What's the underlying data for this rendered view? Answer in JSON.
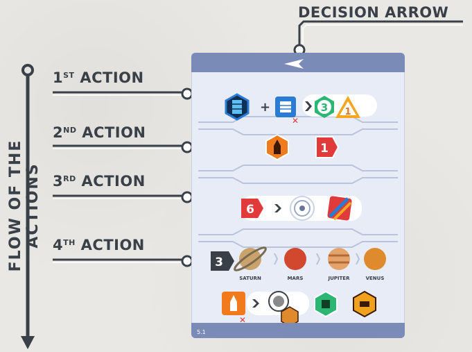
{
  "labels": {
    "decision_arrow": "DECISION ARROW",
    "flow": "FLOW OF THE ACTIONS",
    "action1_num": "1",
    "action1_suffix": "ST",
    "action1_word": "ACTION",
    "action2_num": "2",
    "action2_suffix": "ND",
    "action2_word": "ACTION",
    "action3_num": "3",
    "action3_suffix": "RD",
    "action3_word": "ACTION",
    "action4_num": "4",
    "action4_suffix": "TH",
    "action4_word": "ACTION"
  },
  "card": {
    "row1": {
      "number_badge": "3",
      "arrow_badge": "1"
    },
    "row2": {
      "hex_number": "1"
    },
    "row3": {
      "hex_number": "6"
    },
    "row4": {
      "count": "3",
      "planets": [
        "SATURN",
        "MARS",
        "JUPITER",
        "VENUS"
      ]
    },
    "card_id": "5.1"
  },
  "colors": {
    "text": "#3a4048",
    "card_bg": "#e7ecf6",
    "card_frame": "#7b8bb8",
    "orange": "#f07a1c",
    "blue": "#2a7bd3",
    "green": "#2bb673",
    "red": "#e03a3a"
  }
}
